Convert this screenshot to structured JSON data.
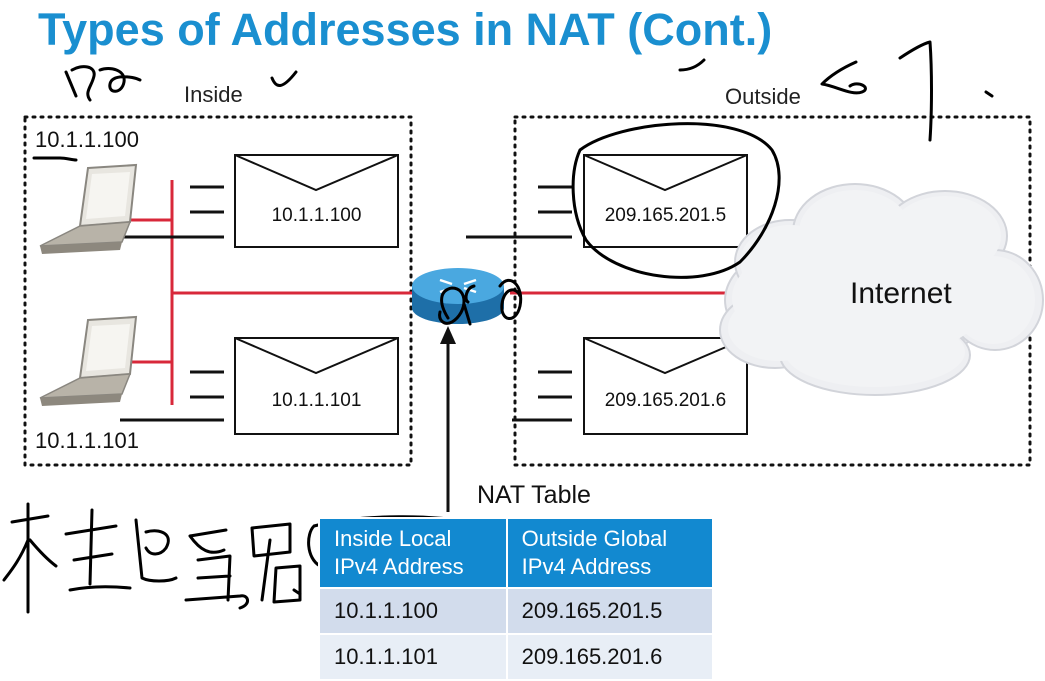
{
  "title": "Types of Addresses in NAT (Cont.)",
  "zones": {
    "inside": "Inside",
    "outside": "Outside"
  },
  "hosts": [
    {
      "address": "10.1.1.100"
    },
    {
      "address": "10.1.1.101"
    }
  ],
  "envelopes": {
    "inside_top": "10.1.1.100",
    "inside_bottom": "10.1.1.101",
    "outside_top": "209.165.201.5",
    "outside_bottom": "209.165.201.6"
  },
  "cloud_label": "Internet",
  "nat_table": {
    "title": "NAT Table",
    "headers": [
      [
        "Inside Local",
        "IPv4 Address"
      ],
      [
        "Outside Global",
        "IPv4 Address"
      ]
    ],
    "rows": [
      [
        "10.1.1.100",
        "209.165.201.5"
      ],
      [
        "10.1.1.101",
        "209.165.201.6"
      ]
    ]
  },
  "colors": {
    "title": "#1a8fd0",
    "link": "#d8283a",
    "table_header": "#1289d0",
    "router": "#2a8fd0"
  }
}
